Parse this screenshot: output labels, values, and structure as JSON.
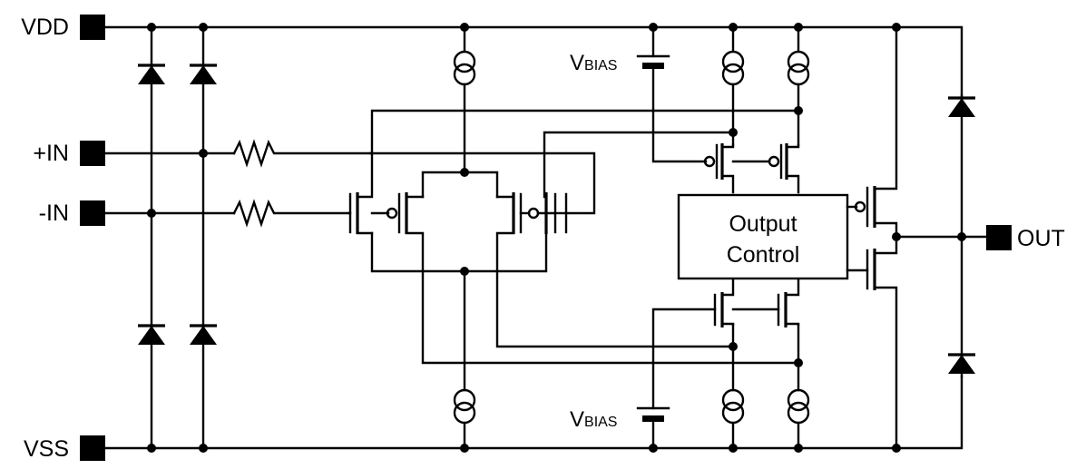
{
  "pins": {
    "vdd": "VDD",
    "pos_in": "+IN",
    "neg_in": "-IN",
    "vss": "VSS",
    "out": "OUT"
  },
  "vbias_top": {
    "main": "V",
    "sub": "BIAS"
  },
  "vbias_bottom": {
    "main": "V",
    "sub": "BIAS"
  },
  "output_control": {
    "line1": "Output",
    "line2": "Control"
  },
  "colors": {
    "line": "#000000",
    "background": "#ffffff"
  }
}
